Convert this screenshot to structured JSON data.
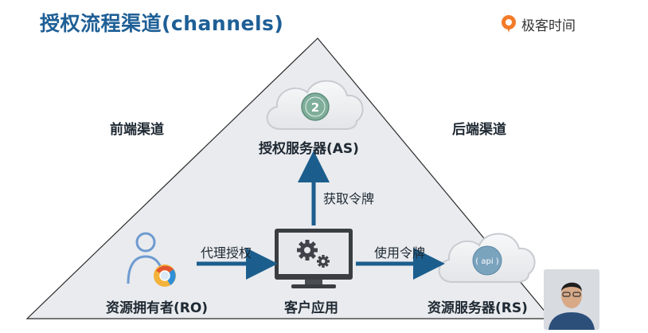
{
  "title": "授权流程渠道(channels)",
  "brand": {
    "logo_icon": "geekbang-logo-icon",
    "name": "极客时间"
  },
  "channels": {
    "front": "前端渠道",
    "back": "后端渠道"
  },
  "nodes": {
    "auth_server": {
      "label": "授权服务器(AS)",
      "badge": "2",
      "icon": "cloud-icon"
    },
    "resource_server": {
      "label": "资源服务器(RS)",
      "badge": "( api )",
      "icon": "cloud-icon"
    },
    "client": {
      "label": "客户应用",
      "icon": "monitor-gears-icon"
    },
    "resource_owner": {
      "label": "资源拥有者(RO)",
      "icon": "user-browser-icon"
    }
  },
  "edges": {
    "delegate": "代理授权",
    "get_token": "获取令牌",
    "use_token": "使用令牌"
  },
  "colors": {
    "accent": "#1e5f96",
    "arrow": "#1b5e8d",
    "triangle_fill": "#e9ebee",
    "triangle_stroke": "#2a2a2a",
    "badge": "#7fae9a"
  }
}
